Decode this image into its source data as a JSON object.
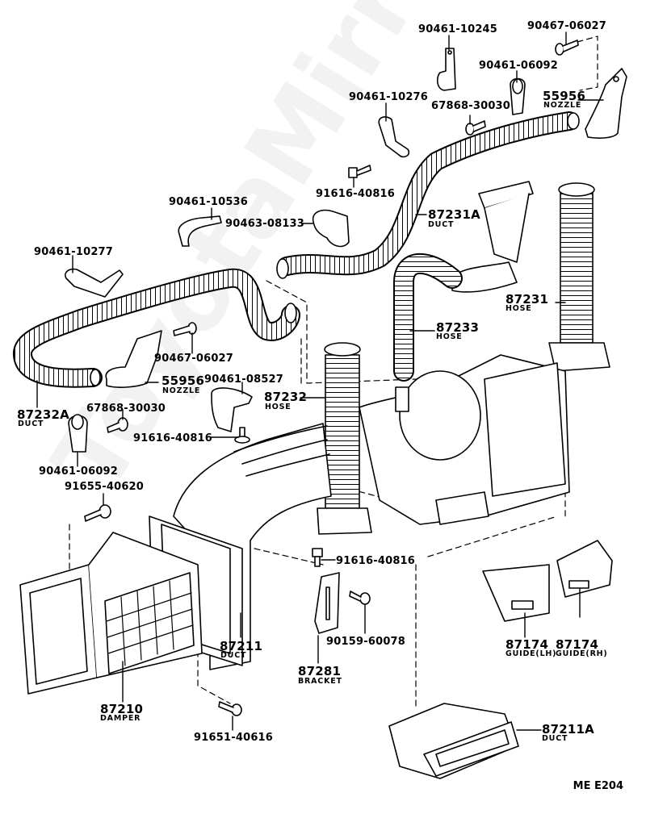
{
  "diagram": {
    "title_code": "ME E204",
    "watermark": "ToyotaMirror"
  },
  "labels": {
    "p90461_10245": "90461-10245",
    "p90467_06027_top": "90467-06027",
    "p90461_06092_top": "90461-06092",
    "p55956_top": "55956",
    "p55956_top_name": "NOZZLE",
    "p90461_10276": "90461-10276",
    "p67868_30030_top": "67868-30030",
    "p91616_40816_top": "91616-40816",
    "p90461_10536": "90461-10536",
    "p90463_08133": "90463-08133",
    "p87231A": "87231A",
    "p87231A_name": "DUCT",
    "p90461_10277": "90461-10277",
    "p87231": "87231",
    "p87231_name": "HOSE",
    "p87233": "87233",
    "p87233_name": "HOSE",
    "p90467_06027_mid": "90467-06027",
    "p55956_mid": "55956",
    "p55956_mid_name": "NOZZLE",
    "p90461_08527": "90461-08527",
    "p87232A": "87232A",
    "p87232A_name": "DUCT",
    "p67868_30030_mid": "67868-30030",
    "p87232": "87232",
    "p87232_name": "HOSE",
    "p91616_40816_mid": "91616-40816",
    "p90461_06092_mid": "90461-06092",
    "p91655_40620": "91655-40620",
    "p91616_40816_low": "91616-40816",
    "p87211": "87211",
    "p87211_name": "DUCT",
    "p90159_60078": "90159-60078",
    "p87174_lh": "87174",
    "p87174_lh_name": "GUIDE(LH)",
    "p87174_rh": "87174",
    "p87174_rh_name": "GUIDE(RH)",
    "p87281": "87281",
    "p87281_name": "BRACKET",
    "p87210": "87210",
    "p87210_name": "DAMPER",
    "p91651_40616": "91651-40616",
    "p87211A": "87211A",
    "p87211A_name": "DUCT"
  }
}
